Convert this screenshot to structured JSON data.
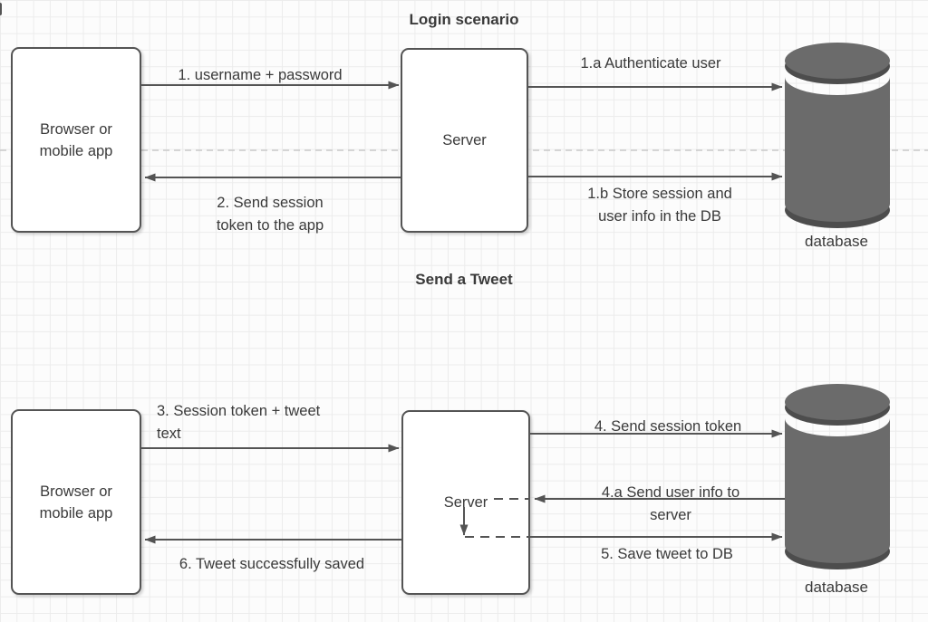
{
  "login": {
    "title": "Login scenario",
    "browser_box": "Browser or\nmobile app",
    "server_box": "Server",
    "database_label": "database",
    "arrow_1": "1. username + password",
    "arrow_2": "2. Send session\ntoken to the app",
    "arrow_1a": "1.a Authenticate user",
    "arrow_1b": "1.b Store session and\nuser info in the DB"
  },
  "tweet": {
    "title": "Send a Tweet",
    "browser_box": "Browser or\nmobile app",
    "server_box": "Server",
    "database_label": "database",
    "arrow_3": "3. Session token + tweet\ntext",
    "arrow_4": "4. Send session token",
    "arrow_4a": "4.a Send user info to\nserver",
    "arrow_5": "5. Save tweet to DB",
    "arrow_6": "6. Tweet successfully saved"
  },
  "colors": {
    "stroke": "#545454",
    "text": "#3a3a3a",
    "cylinder_body": "#6b6b6b",
    "cylinder_rim": "#4d4d4d",
    "grid_line": "#ececec",
    "page_divider": "#c9c9c9",
    "background": "#fcfcfc",
    "node_fill": "#ffffff"
  }
}
